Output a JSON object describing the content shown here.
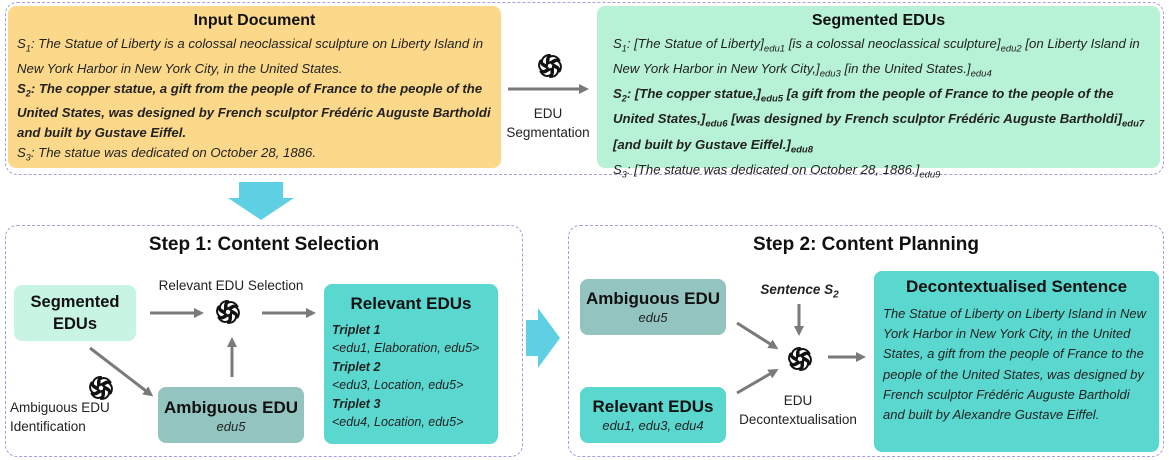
{
  "input_doc": {
    "title": "Input Document",
    "s1_label": "1",
    "s1_text": ": The Statue of Liberty is a colossal neoclassical sculpture on Liberty Island in New York Harbor in New York City, in the United States.",
    "s2_label": "2",
    "s2_text": ": The copper statue, a gift from the people of France to the people of the United States, was designed by French sculptor Frédéric Auguste Bartholdi and built by Gustave Eiffel.",
    "s3_label": "3",
    "s3_text": ": The statue was dedicated on October 28, 1886."
  },
  "segmentation_label": "EDU Segmentation",
  "segmented_doc": {
    "title": "Segmented EDUs",
    "s1_segments": [
      {
        "text": "[The Statue of Liberty]",
        "edu": "edu1"
      },
      {
        "text": "[is a colossal neoclassical sculpture]",
        "edu": "edu2"
      },
      {
        "text": "[on Liberty Island in New York Harbor in New York City,]",
        "edu": "edu3"
      },
      {
        "text": "[in the United States.]",
        "edu": "edu4"
      }
    ],
    "s2_segments": [
      {
        "text": "[The copper statue,]",
        "edu": "edu5"
      },
      {
        "text": "[a gift from the people of France to the people of the United States,]",
        "edu": "edu6"
      },
      {
        "text": "[was designed by French sculptor Frédéric Auguste Bartholdi]",
        "edu": "edu7"
      },
      {
        "text": "[and built by Gustave Eiffel.]",
        "edu": "edu8"
      }
    ],
    "s3_segments": [
      {
        "text": "[The statue was dedicated on October 28, 1886.]",
        "edu": "edu9"
      }
    ]
  },
  "step1": {
    "title": "Step 1: Content Selection",
    "segmented_box": "Segmented EDUs",
    "relevant_selection_label": "Relevant EDU Selection",
    "ambiguous_identification_label": "Ambiguous EDU Identification",
    "ambiguous_box_title": "Ambiguous EDU",
    "ambiguous_box_value": "edu5",
    "relevant_box_title": "Relevant EDUs",
    "triplets": [
      {
        "label": "Triplet 1",
        "value": "<edu1, Elaboration, edu5>"
      },
      {
        "label": "Triplet 2",
        "value": "<edu3, Location, edu5>"
      },
      {
        "label": "Triplet 3",
        "value": "<edu4, Location, edu5>"
      }
    ]
  },
  "step2": {
    "title": "Step 2: Content Planning",
    "ambiguous_box_title": "Ambiguous EDU",
    "ambiguous_box_value": "edu5",
    "relevant_box_title": "Relevant EDUs",
    "relevant_box_value": "edu1, edu3, edu4",
    "sentence_label": "Sentence S",
    "sentence_sub": "2",
    "decontext_label": "EDU Decontextualisation",
    "output_title": "Decontextualised Sentence",
    "output_text": "The Statue of Liberty on Liberty Island in New York Harbor in New York City, in the United States, a gift from the people of France to the people of the United States, was designed by French sculptor Frédéric Auguste Bartholdi and built by Alexandre Gustave Eiffel."
  },
  "colors": {
    "input_bg": "#fcd98a",
    "segmented_bg": "#b7f2d6",
    "segmented_step_bg": "#c8f5e3",
    "relevant_bg": "#5ad8d0",
    "ambiguous_bg": "#93c4bf",
    "arrow": "#7a7a7a",
    "big_arrow": "#5fd0e3",
    "dash": "#a99be0"
  },
  "icons": [
    "openai-logo-icon"
  ]
}
